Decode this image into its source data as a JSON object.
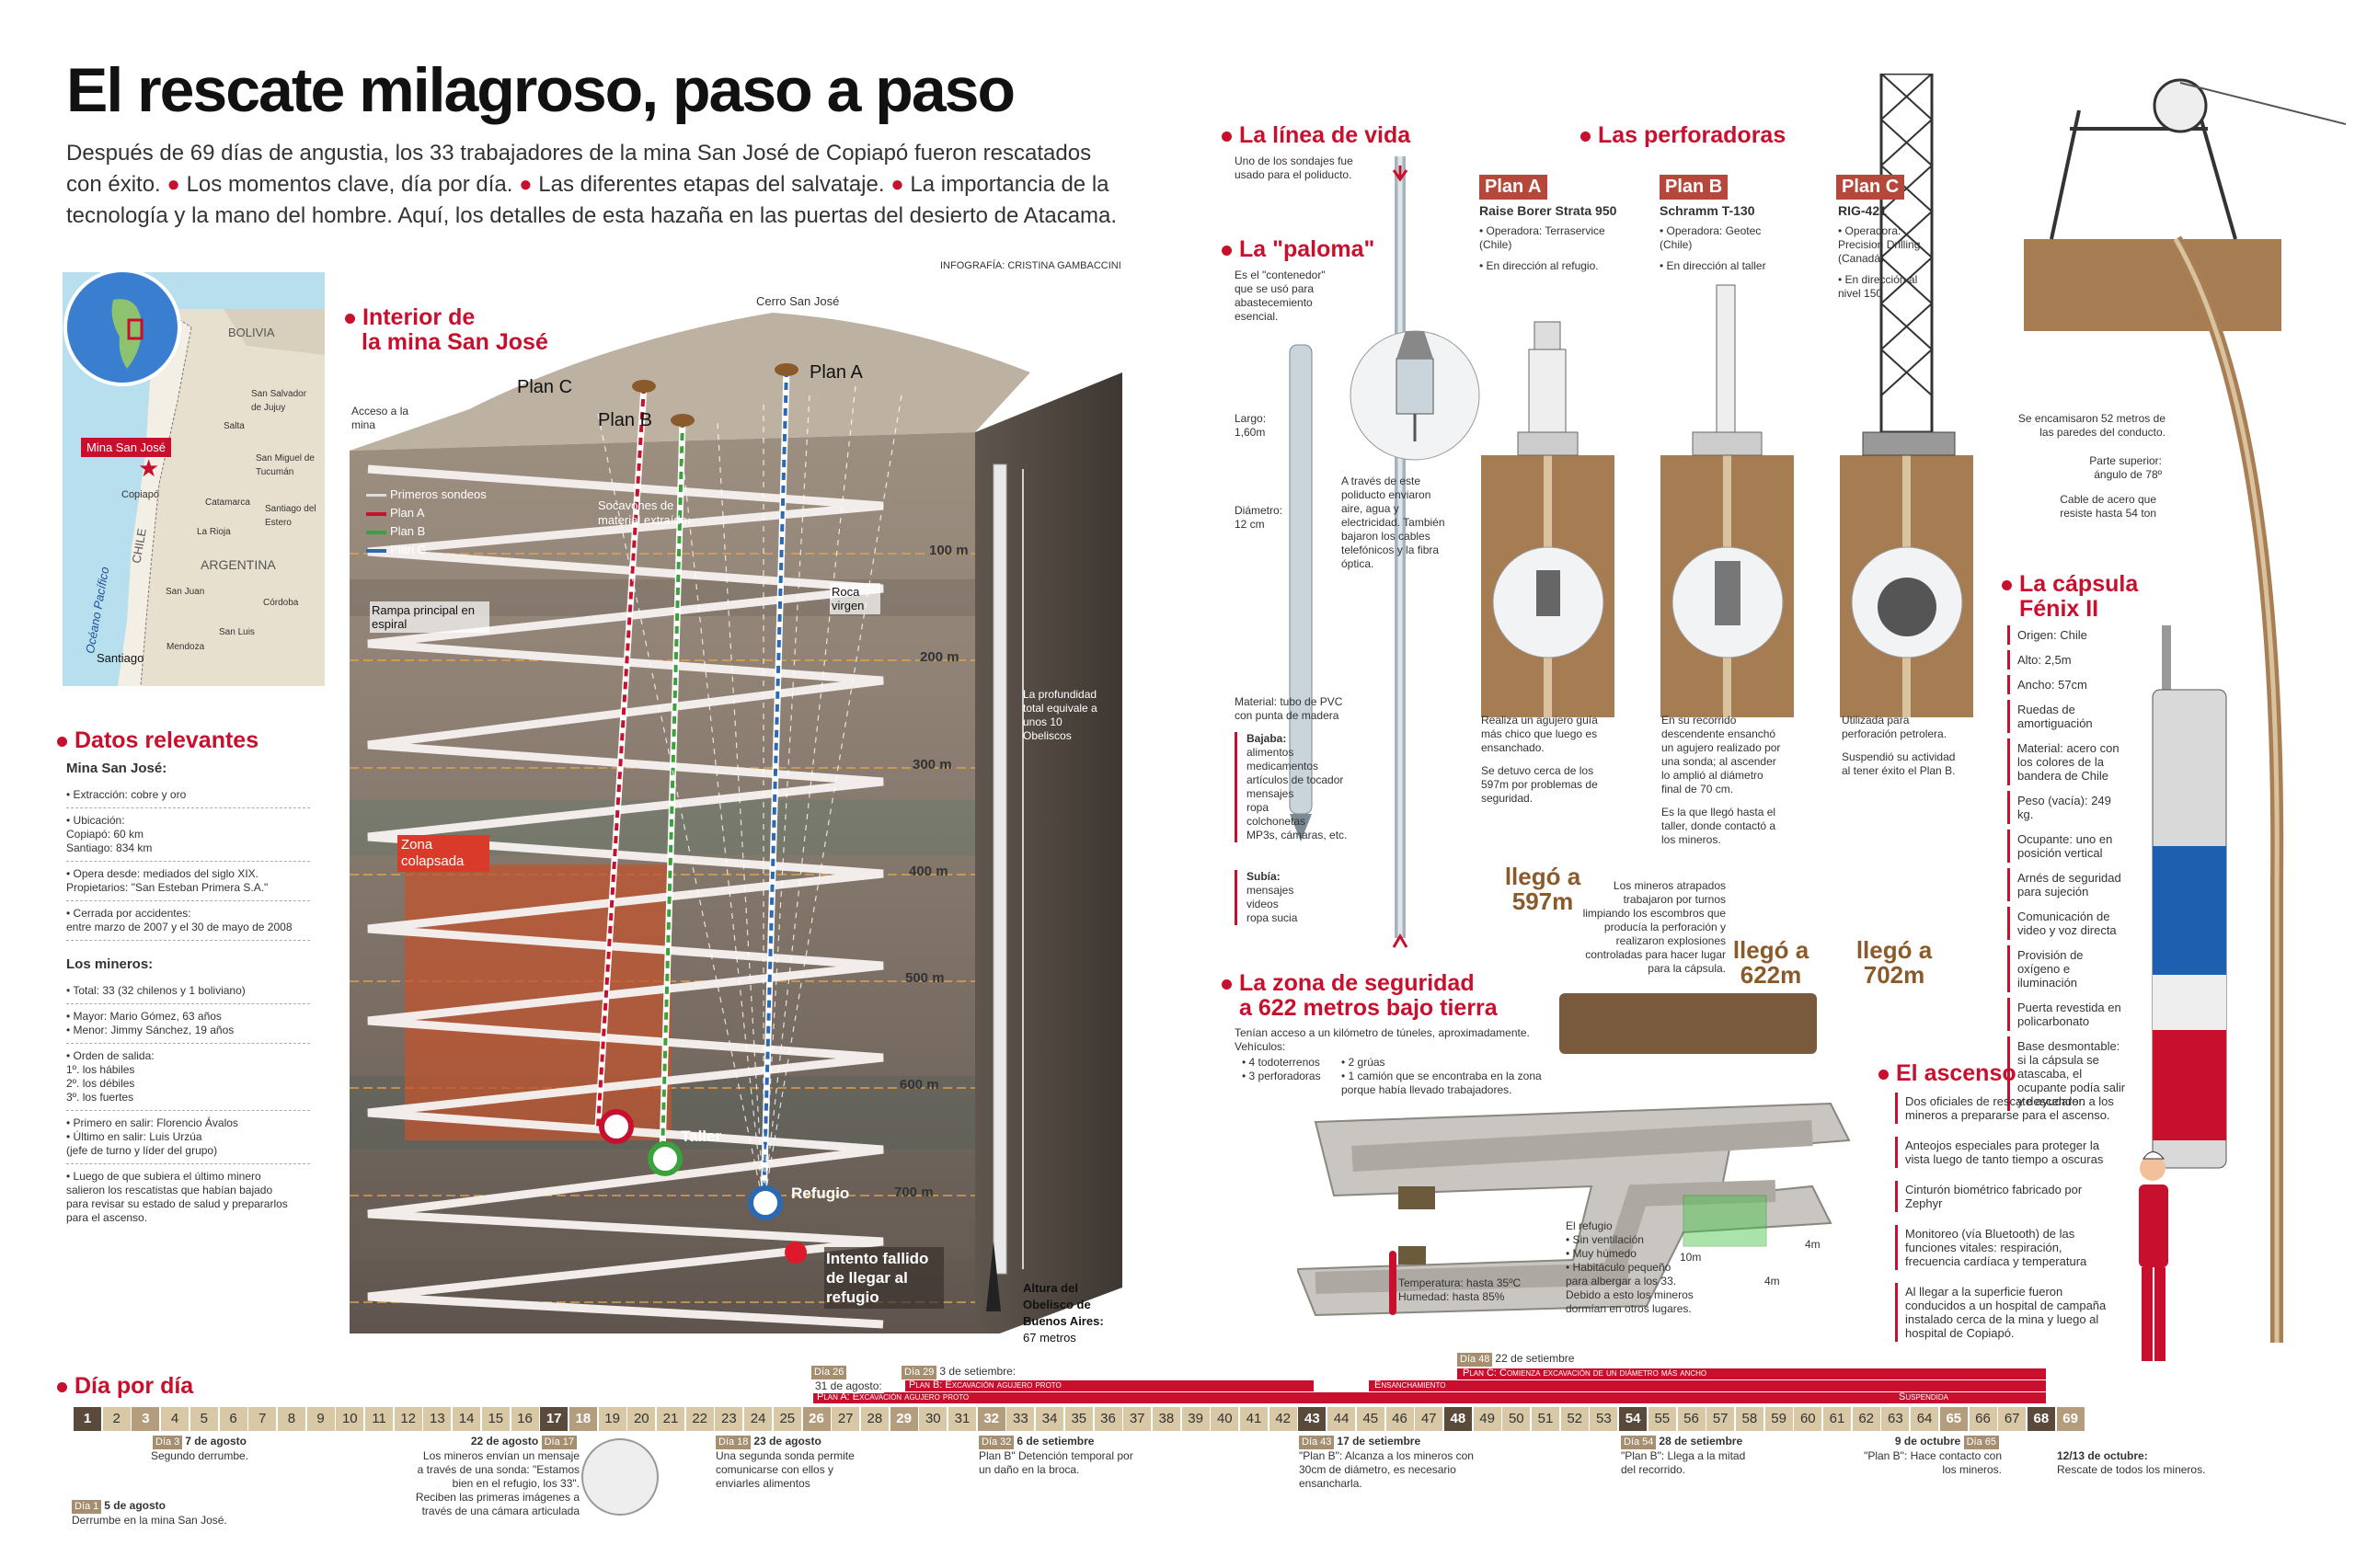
{
  "header": {
    "title": "El rescate milagroso, paso a paso",
    "intro_1": "Después de 69 días de angustia, los 33 trabajadores de la mina San José de Copiapó fueron rescatados",
    "intro_2a": "con éxito.",
    "intro_2b": "Los momentos clave, día por día.",
    "intro_2c": "Las diferentes etapas del salvataje.",
    "intro_2d": "La importancia de la",
    "intro_3": "tecnología y la mano del hombre. Aquí, los detalles de esta hazaña en las puertas del desierto de Atacama.",
    "credit": "INFOGRAFÍA: CRISTINA GAMBACCINI"
  },
  "map": {
    "bolivia": "BOLIVIA",
    "chile": "CHILE",
    "argentina": "ARGENTINA",
    "ocean": "Océano Pacífico",
    "mine_label": "Mina San José",
    "cities": [
      "San Salvador de Jujuy",
      "Salta",
      "San Miguel de Tucumán",
      "Catamarca",
      "Santiago del Estero",
      "La Rioja",
      "San Juan",
      "Córdoba",
      "San Luis",
      "Mendoza",
      "Santiago",
      "Copiapó"
    ]
  },
  "datos": {
    "title": "Datos relevantes",
    "mina_heading": "Mina San José:",
    "items": [
      "• Extracción: cobre y oro",
      "• Ubicación:",
      "Copiapó: 60 km",
      "Santiago: 834 km",
      "• Opera desde: mediados del siglo XIX.",
      "Propietarios: \"San Esteban Primera S.A.\"",
      "• Cerrada por accidentes:",
      "entre marzo de 2007 y el 30 de mayo de 2008"
    ],
    "mineros_heading": "Los mineros:",
    "mineros": [
      "• Total: 33 (32 chilenos y 1 boliviano)",
      "• Mayor: Mario Gómez, 63 años",
      "• Menor: Jimmy Sánchez, 19 años",
      "• Orden de salida:",
      "1º. los hábiles",
      "2º. los débiles",
      "3º. los fuertes",
      "• Primero en salir: Florencio Ávalos",
      "• Último en salir: Luis Urzúa",
      "(jefe de turno y líder del grupo)",
      "• Luego de que subiera el último minero",
      "salieron los rescatistas que habían bajado",
      "para revisar su estado de salud y prepararlos",
      "para el ascenso."
    ]
  },
  "mine": {
    "title_1": "Interior de",
    "title_2": "la mina San José",
    "cerro": "Cerro San José",
    "plan_a": "Plan A",
    "plan_b": "Plan B",
    "plan_c": "Plan C",
    "acceso": "Acceso a la mina",
    "legend": [
      "Primeros sondeos",
      "Plan A",
      "Plan B",
      "Plan C"
    ],
    "socavones": "Socavones de material extraído",
    "rampa": "Rampa principal en espiral",
    "roca": "Roca virgen",
    "zona": "Zona colapsada",
    "depths": [
      "100 m",
      "200 m",
      "300 m",
      "400 m",
      "500 m",
      "600 m",
      "700 m"
    ],
    "profundidad": "La profundidad total equivale a unos 10 Obeliscos",
    "taller": "Taller",
    "refugio": "Refugio",
    "intento": "Intento fallido de llegar al refugio",
    "obelisco": "Altura del Obelisco de Buenos Aires:",
    "obelisco_h": "67 metros"
  },
  "linea": {
    "title": "La línea de vida",
    "text": "Uno de los sondajes fue usado para el poliducto."
  },
  "paloma": {
    "title": "La \"paloma\"",
    "text": "Es el \"contenedor\" que se usó para abastecemiento esencial.",
    "largo": "Largo: 1,60m",
    "diametro": "Diámetro: 12 cm",
    "poliducto": "A través de este poliducto enviaron aire, agua y electricidad. También bajaron los cables telefónicos y la fibra óptica.",
    "material": "Material: tubo de PVC con punta de madera",
    "bajaba_t": "Bajaba:",
    "bajaba": [
      "alimentos",
      "medicamentos",
      "artículos de tocador",
      "mensajes",
      "ropa",
      "colchonetas",
      "MP3s, cámaras, etc."
    ],
    "subia_t": "Subía:",
    "subia": [
      "mensajes",
      "videos",
      "ropa sucia"
    ]
  },
  "perforadoras": {
    "title": "Las perforadoras",
    "plans": [
      {
        "label": "Plan A",
        "name": "Raise Borer Strata 950",
        "op": "• Operadora: Terraservice (Chile)",
        "dir": "• En dirección al refugio.",
        "desc": "Realiza un agujero guía más chico que luego es ensanchado.",
        "desc2": "Se detuvo cerca de los 597m por problemas de seguridad.",
        "result": "llegó a 597m"
      },
      {
        "label": "Plan B",
        "name": "Schramm T-130",
        "op": "• Operadora: Geotec (Chile)",
        "dir": "• En dirección al taller",
        "desc": "En su recorrido descendente ensanchó un agujero realizado por una sonda; al ascender lo amplió al diámetro final de 70 cm.",
        "desc2": "Es la que llegó hasta el taller, donde contactó a los mineros.",
        "result": "llegó a 622m"
      },
      {
        "label": "Plan C",
        "name": "RIG-421",
        "op": "• Operadora: Precision Drilling (Canadá)",
        "dir": "• En dirección al nivel 150",
        "desc": "Utilizada para perforación petrolera.",
        "desc2": "Suspendió su actividad al tener éxito el Plan B.",
        "result": "llegó a 702m"
      }
    ],
    "mineros_text": "Los mineros atrapados trabajaron por turnos limpiando los escombros que producía la perforación y realizaron explosiones controladas para hacer lugar para la cápsula."
  },
  "zona": {
    "title_1": "La zona de seguridad",
    "title_2": "a 622 metros bajo tierra",
    "text": "Tenían acceso a un kilómetro de túneles, aproximadamente.",
    "vehiculos": "Vehículos:",
    "v1": "• 4 todoterrenos",
    "v2": "• 3 perforadoras",
    "v3": "• 2 grúas",
    "v4": "• 1 camión que se encontraba en la zona porque había llevado trabajadores.",
    "refugio_t": "El refugio",
    "refugio": [
      "• Sin ventilación",
      "• Muy húmedo",
      "• Habitáculo pequeño para albergar a los 33. Debido a esto los mineros dormían en otros lugares."
    ],
    "temp": "Temperatura: hasta 35ºC",
    "hum": "Humedad: hasta 85%",
    "dims": [
      "10m",
      "4m",
      "4m"
    ]
  },
  "capsula": {
    "title_1": "La cápsula",
    "title_2": "Fénix II",
    "encamisaron": "Se encamisaron 52 metros de las paredes del conducto.",
    "angulo": "Parte superior: ángulo de 78º",
    "cable": "Cable de acero que resiste hasta 54 ton",
    "specs": [
      "Origen: Chile",
      "Alto: 2,5m",
      "Ancho: 57cm",
      "Ruedas de amortiguación",
      "Material: acero con los colores de la bandera de Chile",
      "Peso (vacía): 249 kg.",
      "Ocupante: uno en posición vertical",
      "Arnés de seguridad para sujeción",
      "Comunicación de video y voz directa",
      "Provisión de oxígeno e iluminación",
      "Puerta revestida en policarbonato",
      "Base desmontable: si la cápsula se atascaba, el ocupante podía salir y descender."
    ]
  },
  "ascenso": {
    "title": "El ascenso",
    "items": [
      "Dos oficiales de rescate ayudaron a los mineros a prepararse para el ascenso.",
      "Anteojos especiales para proteger la vista luego de tanto tiempo a oscuras",
      "Cinturón biométrico fabricado por Zephyr",
      "Monitoreo (vía Bluetooth) de las funciones vitales: respiración, frecuencia cardíaca y temperatura",
      "Al llegar a la superficie fueron conducidos a un hospital de campaña instalado cerca de la mina y luego al hospital de Copiapó."
    ]
  },
  "timeline": {
    "title": "Día por día",
    "days": [
      "1",
      "2",
      "3",
      "4",
      "5",
      "6",
      "7",
      "8",
      "9",
      "10",
      "11",
      "12",
      "13",
      "14",
      "15",
      "16",
      "17",
      "18",
      "19",
      "20",
      "21",
      "22",
      "23",
      "24",
      "25",
      "26",
      "27",
      "28",
      "29",
      "30",
      "31",
      "32",
      "33",
      "34",
      "35",
      "36",
      "37",
      "38",
      "39",
      "40",
      "41",
      "42",
      "43",
      "44",
      "45",
      "46",
      "47",
      "48",
      "49",
      "50",
      "51",
      "52",
      "53",
      "54",
      "55",
      "56",
      "57",
      "58",
      "59",
      "60",
      "61",
      "62",
      "63",
      "64",
      "65",
      "66",
      "67",
      "68",
      "69"
    ],
    "bars": {
      "a_tag": "Día 26",
      "a_date": "31 de agosto:",
      "a_text": "Plan A: Excavación agujero proto",
      "b_tag": "Día 29",
      "b_date": "3 de setiembre:",
      "b_text": "Plan B: Excavación agujero proto",
      "ens": "Ensanchamiento",
      "c_tag": "Día 48",
      "c_date": "22 de setiembre",
      "c_text": "Plan C: Comienza excavación de un diámetro más ancho",
      "susp": "Suspendida"
    },
    "events": [
      {
        "tag": "Día 1",
        "date": "5 de agosto",
        "text": "Derrumbe en la mina San José."
      },
      {
        "tag": "Día 3",
        "date": "7 de agosto",
        "text": "Segundo derrumbe."
      },
      {
        "tag": "Día 17",
        "date": "22 de agosto",
        "text": "Los mineros envían un mensaje a través de una sonda: \"Estamos bien en el refugio, los 33\". Reciben las primeras imágenes a través de una cámara articulada"
      },
      {
        "tag": "Día 18",
        "date": "23 de agosto",
        "text": "Una segunda sonda permite comunicarse con ellos y enviarles alimentos"
      },
      {
        "tag": "Día 32",
        "date": "6 de setiembre",
        "text": "Plan B\" Detención temporal por un daño en la broca."
      },
      {
        "tag": "Día 43",
        "date": "17 de setiembre",
        "text": "\"Plan B\": Alcanza a los mineros con 30cm de diámetro, es necesario ensancharla."
      },
      {
        "tag": "Día 54",
        "date": "28 de setiembre",
        "text": "\"Plan B\": Llega a la mitad del recorrido."
      },
      {
        "tag": "Día 65",
        "date": "9 de octubre",
        "text": "\"Plan B\": Hace contacto con los mineros."
      },
      {
        "tag": "",
        "date": "12/13 de octubre:",
        "text": "Rescate de todos los mineros."
      }
    ]
  }
}
